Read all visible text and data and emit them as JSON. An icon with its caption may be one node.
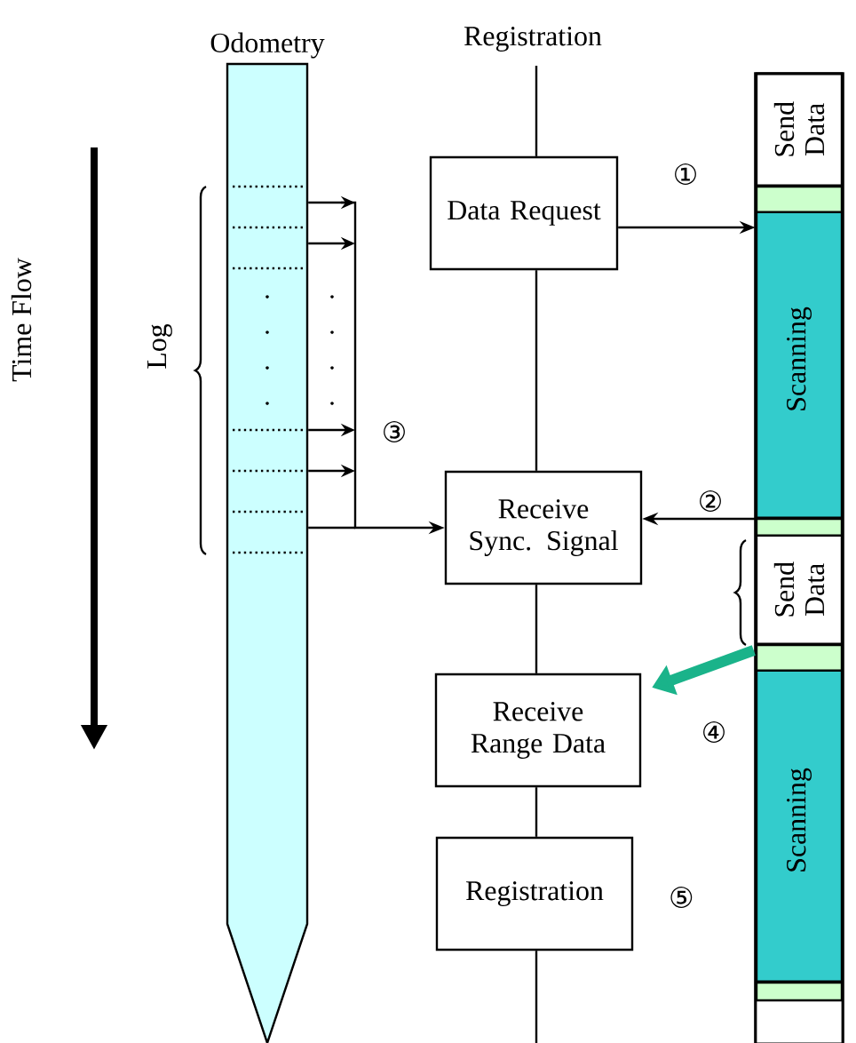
{
  "diagram": {
    "nodes": [
      {
        "text": [
          "Odometry"
        ]
      },
      {
        "text": [
          "Data Request"
        ]
      },
      {
        "text": [
          "Receive Sync. Signal"
        ]
      },
      {
        "text": [
          "Receive Range Data"
        ]
      },
      {
        "text": [
          "Registration"
        ],
        "beside": [
          "⑤"
        ]
      },
      {
        "text": [],
        "shape": "bar"
      },
      {
        "text": [
          "Send Data"
        ],
        "in": 5
      },
      {
        "text": [
          "Scanning"
        ],
        "in": 5
      },
      {
        "text": [
          "Send Data"
        ],
        "in": 5
      },
      {
        "text": [
          "Scanning"
        ],
        "in": 5
      }
    ],
    "edges": [
      {
        "from": null,
        "to": 1,
        "arrow": "none"
      },
      {
        "from": 1,
        "to": 2,
        "arrow": "none"
      },
      {
        "from": 2,
        "to": 3,
        "arrow": "none"
      },
      {
        "from": 3,
        "to": 4,
        "arrow": "none"
      },
      {
        "from": 4,
        "to": null,
        "arrow": "none"
      },
      {
        "from": 1,
        "to": 7,
        "arrow": "to",
        "label": "①"
      },
      {
        "from": 7,
        "to": 2,
        "arrow": "to",
        "label": "②"
      },
      {
        "from": 0,
        "to": 2,
        "arrow": "to",
        "label": "③"
      },
      {
        "from": 8,
        "to": 3,
        "arrow": "to",
        "label": "④",
        "style": "thick",
        "color": "#1ab38a"
      }
    ],
    "labels": [
      "Registration",
      "Time Flow",
      "Log"
    ]
  }
}
